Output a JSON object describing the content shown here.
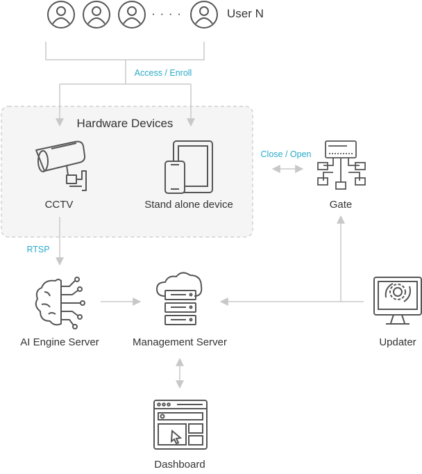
{
  "users": {
    "ellipsis": "· · · ·",
    "last_label": "User N"
  },
  "edges": {
    "access_enroll": "Access / Enroll",
    "close_open": "Close / Open",
    "rtsp": "RTSP"
  },
  "group": {
    "title": "Hardware Devices"
  },
  "nodes": {
    "cctv": "CCTV",
    "standalone": "Stand alone device",
    "gate": "Gate",
    "ai_engine": "AI Engine Server",
    "management": "Management Server",
    "updater": "Updater",
    "dashboard": "Dashboard"
  },
  "colors": {
    "icon_stroke": "#555555",
    "connector": "#c8c8c8",
    "edge_label": "#2aa9c7",
    "group_fill": "#f5f5f5",
    "group_border": "#c8c8c8"
  }
}
